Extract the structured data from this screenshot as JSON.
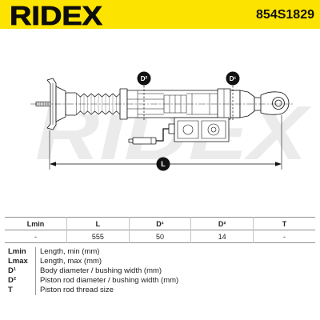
{
  "header": {
    "logo": "RIDEX",
    "part_number": "854S1829"
  },
  "drawing": {
    "watermark": "RIDEX",
    "callout_d2": "D²",
    "callout_d1": "D¹",
    "callout_length": "L"
  },
  "spec_table": {
    "headers": [
      "Lmin",
      "L",
      "D¹",
      "D²",
      "T"
    ],
    "values": [
      "-",
      "555",
      "50",
      "14",
      "-"
    ]
  },
  "legend": [
    {
      "abbr": "Lmin",
      "desc": "Length, min (mm)"
    },
    {
      "abbr": "Lmax",
      "desc": "Length, max (mm)"
    },
    {
      "abbr": "D¹",
      "desc": "Body diameter / bushing width (mm)"
    },
    {
      "abbr": "D²",
      "desc": "Piston rod diameter / bushing width (mm)"
    },
    {
      "abbr": "T",
      "desc": "Piston rod thread size"
    }
  ],
  "colors": {
    "brand_yellow": "#fde300",
    "text": "#1a1a1a",
    "watermark": "#ebebeb"
  }
}
